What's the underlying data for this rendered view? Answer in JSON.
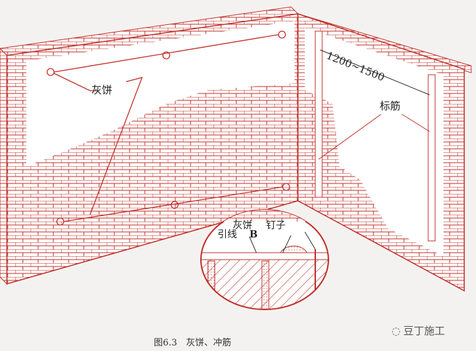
{
  "figure": {
    "caption": "图6.3　灰饼、冲筋",
    "watermark": "豆丁施工",
    "labels": {
      "plaster_cake": "灰饼",
      "standard_rib": "标筋",
      "dimension": "1200~1500",
      "detail_plaster_cake": "灰饼",
      "detail_nail": "钉子",
      "detail_guide_line": "引线",
      "detail_b": "B"
    },
    "colors": {
      "line": "#c0312b",
      "background": "#f4f2f0",
      "wall_face": "#ffffff",
      "text": "#222222"
    }
  }
}
